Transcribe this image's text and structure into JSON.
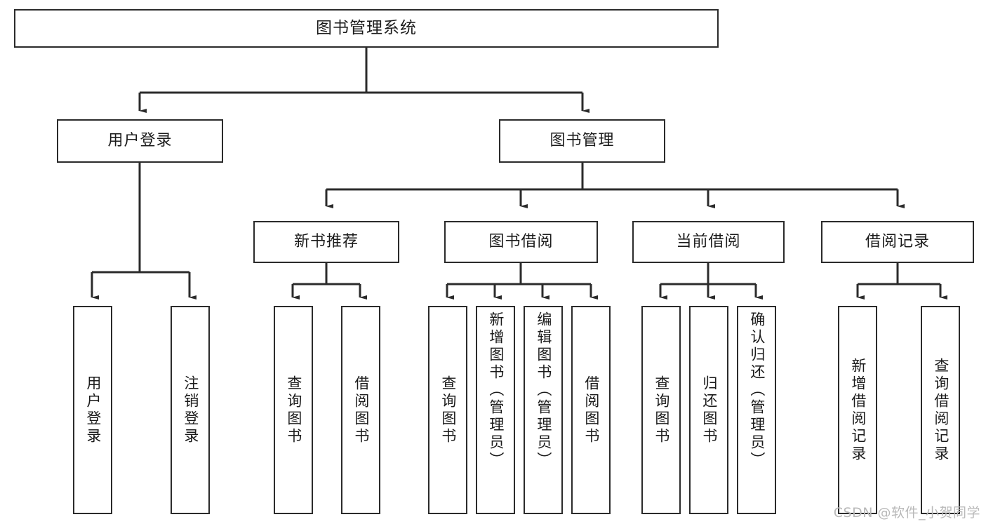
{
  "diagram": {
    "type": "tree-hierarchy-chart",
    "title": "图书管理系统",
    "root": {
      "label": "图书管理系统"
    },
    "level2": [
      {
        "label": "用户登录"
      },
      {
        "label": "图书管理"
      }
    ],
    "level3": [
      {
        "label": "新书推荐"
      },
      {
        "label": "图书借阅"
      },
      {
        "label": "当前借阅"
      },
      {
        "label": "借阅记录"
      }
    ],
    "leaves": [
      {
        "label": "用户登录",
        "parent": "用户登录"
      },
      {
        "label": "注销登录",
        "parent": "用户登录"
      },
      {
        "label": "查询图书",
        "parent": "新书推荐"
      },
      {
        "label": "借阅图书",
        "parent": "新书推荐"
      },
      {
        "label": "查询图书",
        "parent": "图书借阅"
      },
      {
        "label": "新增图书（管理员）",
        "parent": "图书借阅"
      },
      {
        "label": "编辑图书（管理员）",
        "parent": "图书借阅"
      },
      {
        "label": "借阅图书",
        "parent": "图书借阅"
      },
      {
        "label": "查询图书",
        "parent": "当前借阅"
      },
      {
        "label": "归还图书",
        "parent": "当前借阅"
      },
      {
        "label": "确认归还（管理员）",
        "parent": "当前借阅"
      },
      {
        "label": "新增借阅记录",
        "parent": "借阅记录"
      },
      {
        "label": "查询借阅记录",
        "parent": "借阅记录"
      }
    ]
  },
  "watermark": {
    "text": "CSDN @软件_小贺同学"
  },
  "colors": {
    "box_border": "#2b2b2b",
    "box_fill": "#ffffff",
    "text": "#1b1b1b",
    "connector": "#2b2b2b",
    "watermark": "#b9b9b9",
    "background": "#ffffff"
  }
}
